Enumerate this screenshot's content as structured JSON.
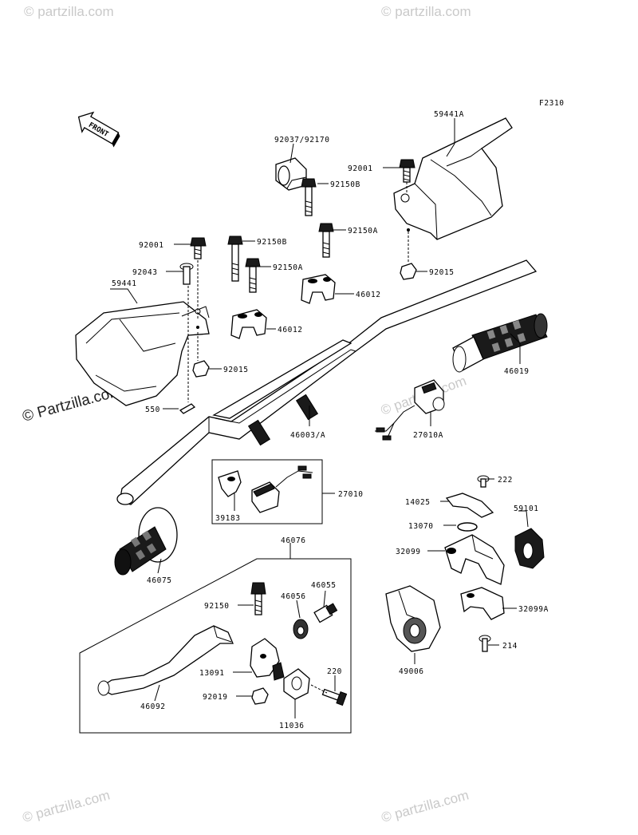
{
  "figure_code": "F2310",
  "front_arrow_label": "FRONT",
  "watermark_text": "© Partzilla.com",
  "watermark_text_small": "© partzilla.com",
  "labels": {
    "l59441A": "59441A",
    "l92037": "92037/92170",
    "l92001a": "92001",
    "l92150B_a": "92150B",
    "l92150A_a": "92150A",
    "l92015a": "92015",
    "l92001b": "92001",
    "l92150B_b": "92150B",
    "l92043": "92043",
    "l92150A_b": "92150A",
    "l46012a": "46012",
    "l59441": "59441",
    "l46012b": "46012",
    "l46019": "46019",
    "l92015b": "92015",
    "l550": "550",
    "l27010A": "27010A",
    "l46003": "46003/A",
    "l27010": "27010",
    "l39183": "39183",
    "l222": "222",
    "l14025": "14025",
    "l59101": "59101",
    "l13070": "13070",
    "l46076": "46076",
    "l32099": "32099",
    "l46075": "46075",
    "l46055": "46055",
    "l46056": "46056",
    "l92150": "92150",
    "l32099A": "32099A",
    "l214": "214",
    "l13091": "13091",
    "l220": "220",
    "l49006": "49006",
    "l92019": "92019",
    "l46092": "46092",
    "l11036": "11036"
  }
}
